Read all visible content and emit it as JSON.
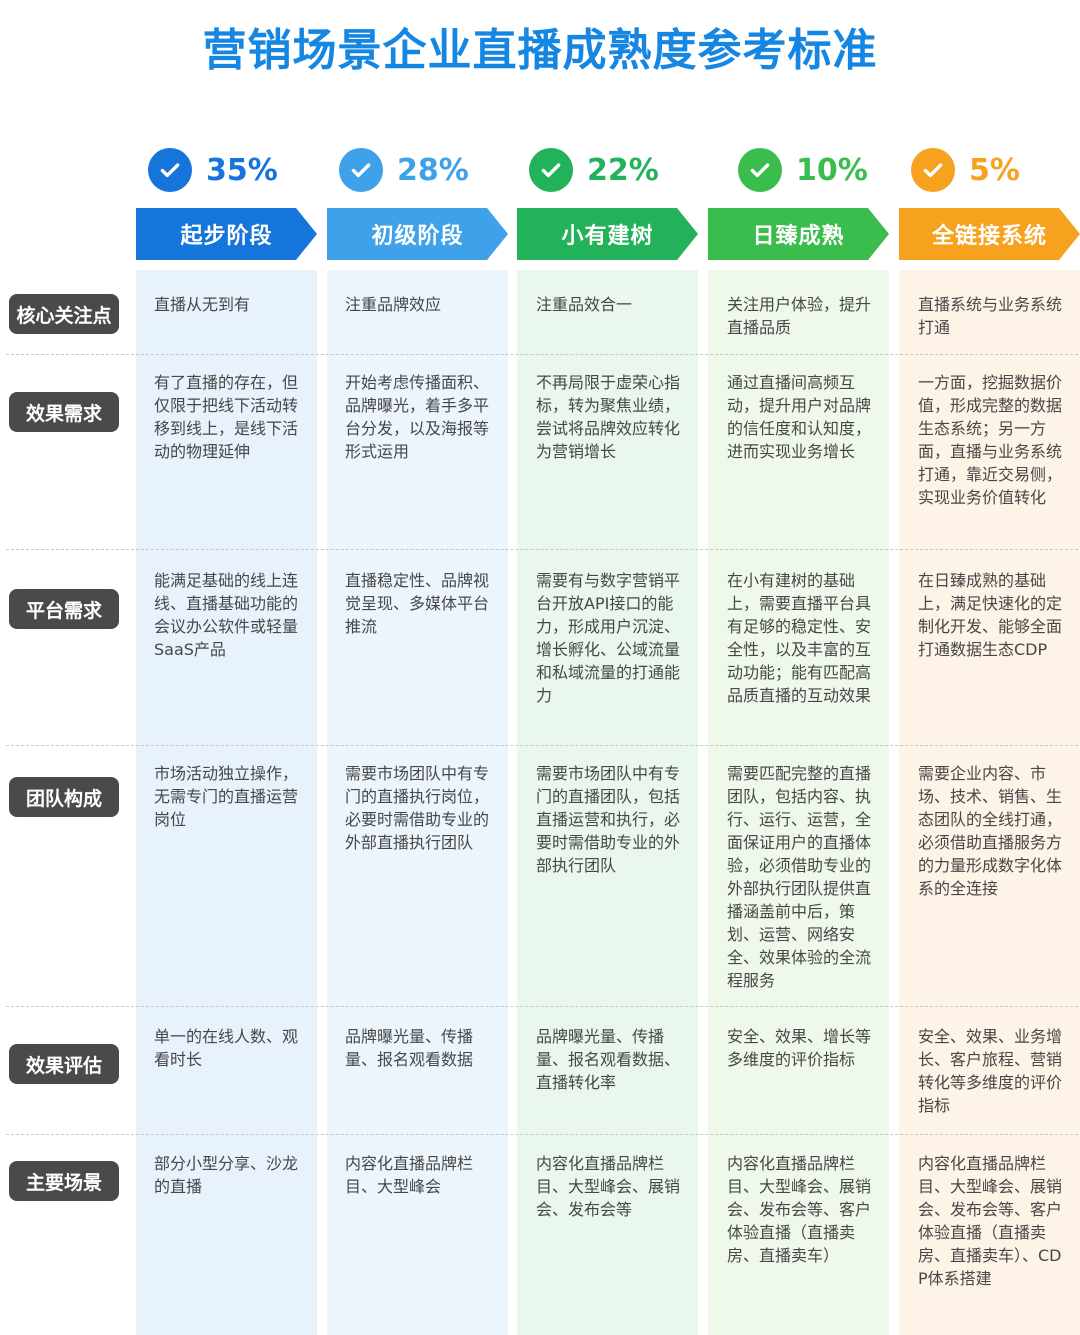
{
  "title": "营销场景企业直播成熟度参考标准",
  "stages": [
    {
      "percent": "35%",
      "name": "起步阶段",
      "color": "#1575db",
      "bg": "#e8f2fc"
    },
    {
      "percent": "28%",
      "name": "初级阶段",
      "color": "#3ea1ea",
      "bg": "#ecf5fc"
    },
    {
      "percent": "22%",
      "name": "小有建树",
      "color": "#22b25a",
      "bg": "#e9f7ee"
    },
    {
      "percent": "10%",
      "name": "日臻成熟",
      "color": "#3bbd4e",
      "bg": "#eef9ec"
    },
    {
      "percent": "5%",
      "name": "全链接系统",
      "color": "#f6a21e",
      "bg": "#fdf4e7"
    }
  ],
  "rows": [
    {
      "label": "核心关注点",
      "cells": [
        "直播从无到有",
        "注重品牌效应",
        "注重品效合一",
        "关注用户体验，提升直播品质",
        "直播系统与业务系统打通"
      ]
    },
    {
      "label": "效果需求",
      "cells": [
        "有了直播的存在，但仅限于把线下活动转移到线上，是线下活动的物理延伸",
        "开始考虑传播面积、品牌曝光，着手多平台分发，以及海报等形式运用",
        "不再局限于虚荣心指标，转为聚焦业绩，尝试将品牌效应转化为营销增长",
        "通过直播间高频互动，提升用户对品牌的信任度和认知度，进而实现业务增长",
        "一方面，挖掘数据价值，形成完整的数据生态系统；另一方面，直播与业务系统打通，靠近交易侧，实现业务价值转化"
      ]
    },
    {
      "label": "平台需求",
      "cells": [
        "能满足基础的线上连线、直播基础功能的会议办公软件或轻量SaaS产品",
        "直播稳定性、品牌视觉呈现、多媒体平台推流",
        "需要有与数字营销平台开放API接口的能力，形成用户沉淀、增长孵化、公域流量和私域流量的打通能力",
        "在小有建树的基础上，需要直播平台具有足够的稳定性、安全性，以及丰富的互动功能；能有匹配高品质直播的互动效果",
        "在日臻成熟的基础上，满足快速化的定制化开发、能够全面打通数据生态CDP"
      ]
    },
    {
      "label": "团队构成",
      "cells": [
        "市场活动独立操作，无需专门的直播运营岗位",
        "需要市场团队中有专门的直播执行岗位，必要时需借助专业的外部直播执行团队",
        "需要市场团队中有专门的直播团队，包括直播运营和执行，必要时需借助专业的外部执行团队",
        "需要匹配完整的直播团队，包括内容、执行、运行、运营，全面保证用户的直播体验，必须借助专业的外部执行团队提供直播涵盖前中后，策划、运营、网络安全、效果体验的全流程服务",
        "需要企业内容、市场、技术、销售、生态团队的全线打通，必须借助直播服务方的力量形成数字化体系的全连接"
      ]
    },
    {
      "label": "效果评估",
      "cells": [
        "单一的在线人数、观看时长",
        "品牌曝光量、传播量、报名观看数据",
        "品牌曝光量、传播量、报名观看数据、直播转化率",
        "安全、效果、增长等多维度的评价指标",
        "安全、效果、业务增长、客户旅程、营销转化等多维度的评价指标"
      ]
    },
    {
      "label": "主要场景",
      "cells": [
        "部分小型分享、沙龙的直播",
        "内容化直播品牌栏目、大型峰会",
        "内容化直播品牌栏目、大型峰会、展销会、发布会等",
        "内容化直播品牌栏目、大型峰会、展销会、发布会等、客户体验直播（直播卖房、直播卖车）",
        "内容化直播品牌栏目、大型峰会、展销会、发布会等、客户体验直播（直播卖房、直播卖车）、CDP体系搭建"
      ]
    }
  ]
}
